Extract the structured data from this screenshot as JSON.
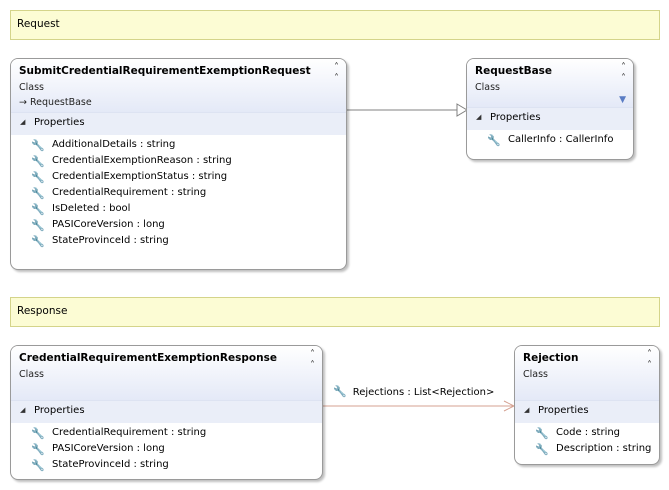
{
  "sections": {
    "request": "Request",
    "response": "Response"
  },
  "classes": {
    "submit_request": {
      "title": "SubmitCredentialRequirementExemptionRequest",
      "kind": "Class",
      "base": "RequestBase",
      "compartment": "Properties",
      "members": [
        "AdditionalDetails : string",
        "CredentialExemptionReason : string",
        "CredentialExemptionStatus : string",
        "CredentialRequirement : string",
        "IsDeleted : bool",
        "PASICoreVersion : long",
        "StateProvinceId : string"
      ]
    },
    "request_base": {
      "title": "RequestBase",
      "kind": "Class",
      "compartment": "Properties",
      "members": [
        "CallerInfo : CallerInfo"
      ]
    },
    "response": {
      "title": "CredentialRequirementExemptionResponse",
      "kind": "Class",
      "compartment": "Properties",
      "members": [
        "CredentialRequirement : string",
        "PASICoreVersion : long",
        "StateProvinceId : string"
      ]
    },
    "rejection": {
      "title": "Rejection",
      "kind": "Class",
      "compartment": "Properties",
      "members": [
        "Code : string",
        "Description : string"
      ]
    }
  },
  "associations": {
    "rejections_label": "Rejections : List<Rejection>"
  },
  "icons": {
    "collapse": "double-chevron-up-icon",
    "property": "wrench-icon",
    "filter": "filter-icon",
    "inheritance": "arrow-right-icon",
    "compartment_toggle": "triangle-down-icon"
  }
}
